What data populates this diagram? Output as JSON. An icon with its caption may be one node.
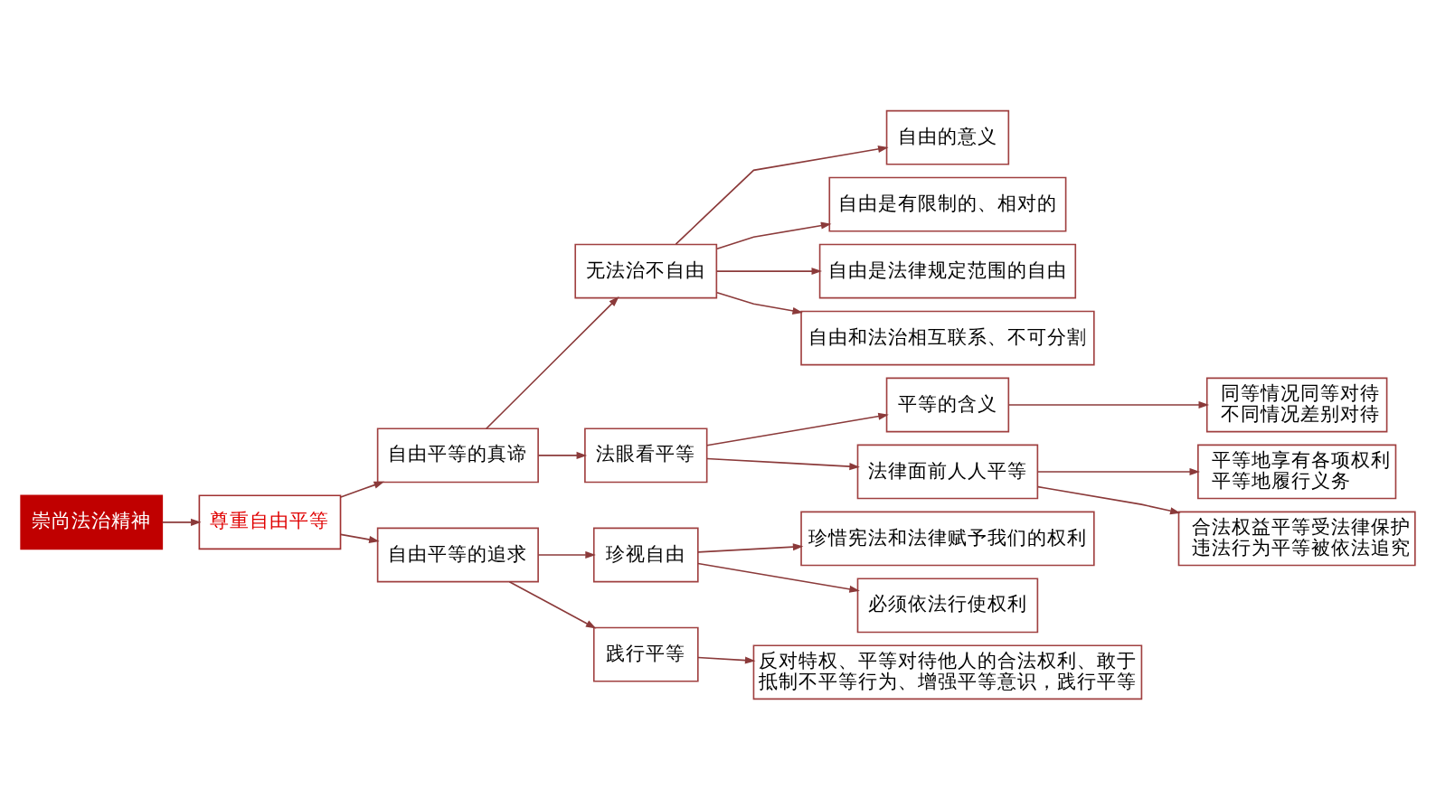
{
  "diagram": {
    "nodes": [
      {
        "text": [
          "崇尚法治精神"
        ]
      },
      {
        "text": [
          "尊重自由平等"
        ]
      },
      {
        "text": [
          "自由平等的真谛"
        ]
      },
      {
        "text": [
          "无法治不自由"
        ]
      },
      {
        "text": [
          "自由的意义"
        ]
      },
      {
        "text": [
          "自由是有限制的、相对的"
        ]
      },
      {
        "text": [
          "自由是法律规定范围的自由"
        ]
      },
      {
        "text": [
          "自由和法治相互联系、不可分割"
        ]
      },
      {
        "text": [
          "法眼看平等"
        ]
      },
      {
        "text": [
          "平等的含义"
        ]
      },
      {
        "text": [
          "同等情况同等对待",
          "不同情况差别对待"
        ]
      },
      {
        "text": [
          "法律面前人人平等"
        ]
      },
      {
        "text": [
          "平等地享有各项权利",
          "平等地履行义务"
        ]
      },
      {
        "text": [
          "合法权益平等受法律保护",
          "违法行为平等被依法追究"
        ]
      },
      {
        "text": [
          "自由平等的追求"
        ]
      },
      {
        "text": [
          "珍视自由"
        ]
      },
      {
        "text": [
          "珍惜宪法和法律赋予我们的权利"
        ]
      },
      {
        "text": [
          "必须依法行使权利"
        ]
      },
      {
        "text": [
          "践行平等"
        ]
      },
      {
        "text": [
          "反对特权、平等对待他人的合法权利、敢于抵制不平等行为、增强平等意识，践行平等"
        ]
      }
    ],
    "edges": [
      {
        "from": 0,
        "to": 1,
        "arrow": "to"
      },
      {
        "from": 1,
        "to": 2,
        "arrow": "to"
      },
      {
        "from": 1,
        "to": 14,
        "arrow": "to"
      },
      {
        "from": 2,
        "to": 3,
        "arrow": "to"
      },
      {
        "from": 2,
        "to": 8,
        "arrow": "to"
      },
      {
        "from": 3,
        "to": 4,
        "arrow": "to"
      },
      {
        "from": 3,
        "to": 5,
        "arrow": "to"
      },
      {
        "from": 3,
        "to": 6,
        "arrow": "to"
      },
      {
        "from": 3,
        "to": 7,
        "arrow": "to"
      },
      {
        "from": 8,
        "to": 9,
        "arrow": "to"
      },
      {
        "from": 8,
        "to": 11,
        "arrow": "to"
      },
      {
        "from": 9,
        "to": 10,
        "arrow": "to"
      },
      {
        "from": 11,
        "to": 12,
        "arrow": "to"
      },
      {
        "from": 11,
        "to": 13,
        "arrow": "to"
      },
      {
        "from": 14,
        "to": 15,
        "arrow": "to"
      },
      {
        "from": 14,
        "to": 18,
        "arrow": "to"
      },
      {
        "from": 15,
        "to": 16,
        "arrow": "to"
      },
      {
        "from": 15,
        "to": 17,
        "arrow": "to"
      },
      {
        "from": 18,
        "to": 19,
        "arrow": "to"
      }
    ]
  }
}
